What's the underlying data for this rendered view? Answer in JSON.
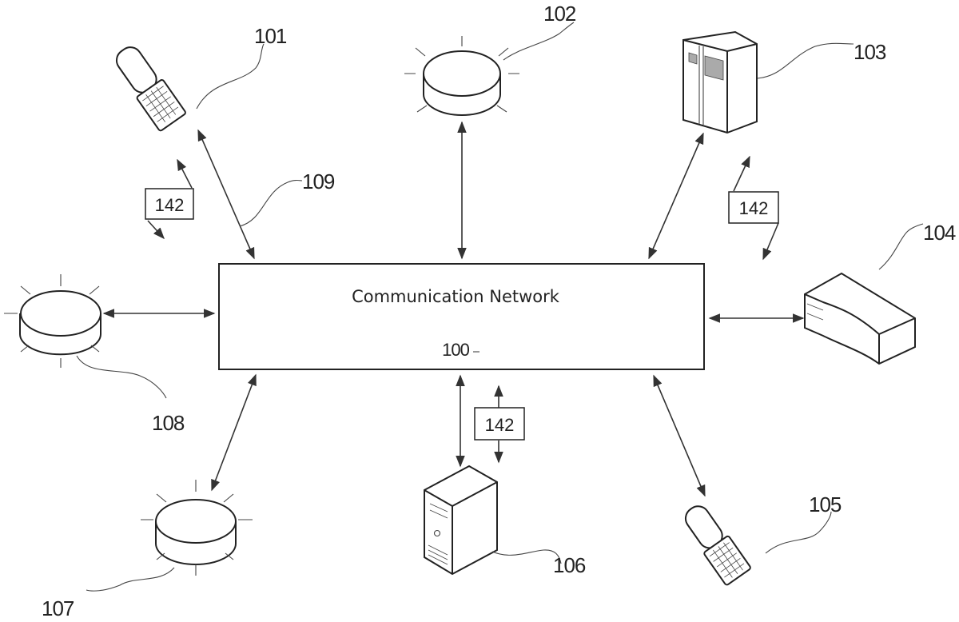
{
  "diagram": {
    "network": {
      "title": "Communication Network",
      "ref": "100"
    },
    "connector_ref": "109",
    "nodes": [
      {
        "ref": "101",
        "type": "mobile-phone"
      },
      {
        "ref": "102",
        "type": "wireless-device"
      },
      {
        "ref": "103",
        "type": "server-rack"
      },
      {
        "ref": "104",
        "type": "network-appliance"
      },
      {
        "ref": "105",
        "type": "mobile-phone"
      },
      {
        "ref": "106",
        "type": "tower-computer"
      },
      {
        "ref": "107",
        "type": "wireless-device"
      },
      {
        "ref": "108",
        "type": "wireless-device"
      }
    ],
    "messages": [
      {
        "ref": "142"
      },
      {
        "ref": "142"
      },
      {
        "ref": "142"
      }
    ]
  }
}
